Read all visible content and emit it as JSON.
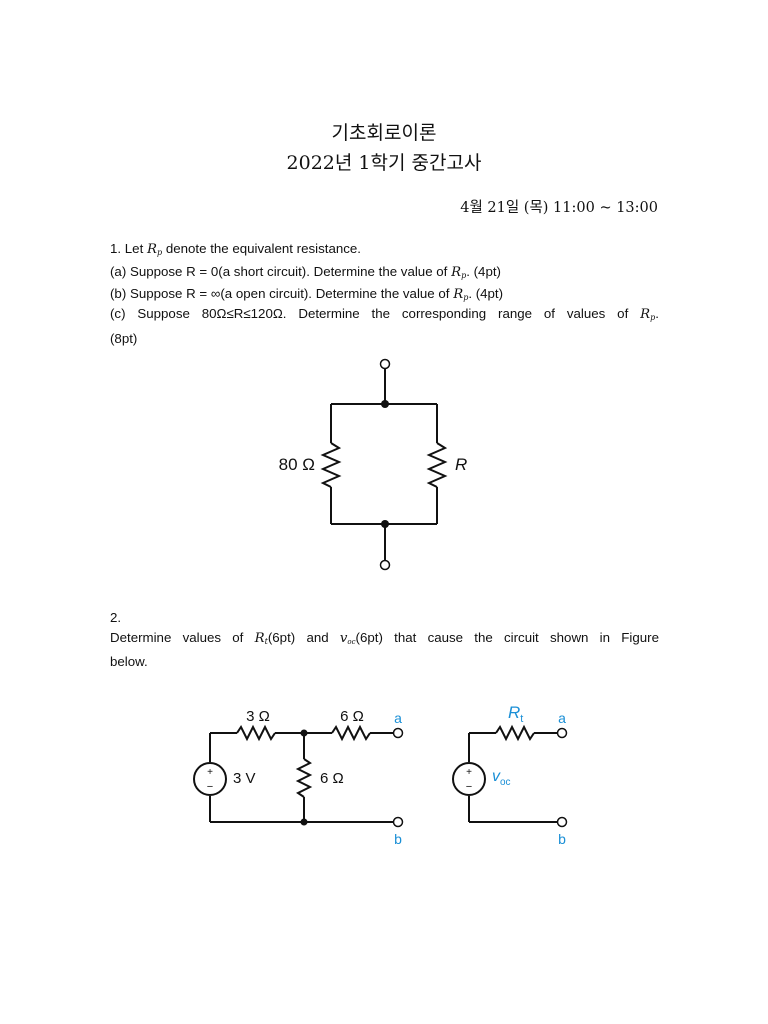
{
  "header": {
    "course": "기초회로이론",
    "exam": "2022년 1학기 중간고사",
    "date": "4월 21일 (목) 11:00 ~ 13:00"
  },
  "q1": {
    "l1_a": "1. Let",
    "l1_var": "R",
    "l1_sub": "p",
    "l1_b": "denote the equivalent resistance.",
    "la_a": "(a) Suppose R = 0(a short circuit). Determine the value of",
    "la_b": ". (4pt)",
    "lb_a": "(b) Suppose R = ∞(a open circuit). Determine the value of",
    "lb_b": ". (4pt)",
    "lc_a": "(c) Suppose 80Ω≤R≤120Ω. Determine the corresponding range of values of",
    "lc_b": ".",
    "lc_pts": "(8pt)",
    "fig": {
      "left_resistor": "80 Ω",
      "right_resistor": "R"
    }
  },
  "q2": {
    "num": "2.",
    "l1_a": "Determine values of",
    "l1_var1": "R",
    "l1_sub1": "t",
    "l1_b": "(6pt) and",
    "l1_var2": "v",
    "l1_sub2": "oc",
    "l1_c": "(6pt) that cause the circuit shown in Figure",
    "l2": "below.",
    "fig_left": {
      "r1": "3 Ω",
      "r2": "6 Ω",
      "r3": "6 Ω",
      "source": "3 V",
      "plus": "+",
      "minus": "−",
      "term_a": "a",
      "term_b": "b"
    },
    "fig_right": {
      "rt_main": "R",
      "rt_sub": "t",
      "voc_main": "v",
      "voc_sub": "oc",
      "plus": "+",
      "minus": "−",
      "term_a": "a",
      "term_b": "b"
    },
    "accent": "#1a8fd6"
  }
}
